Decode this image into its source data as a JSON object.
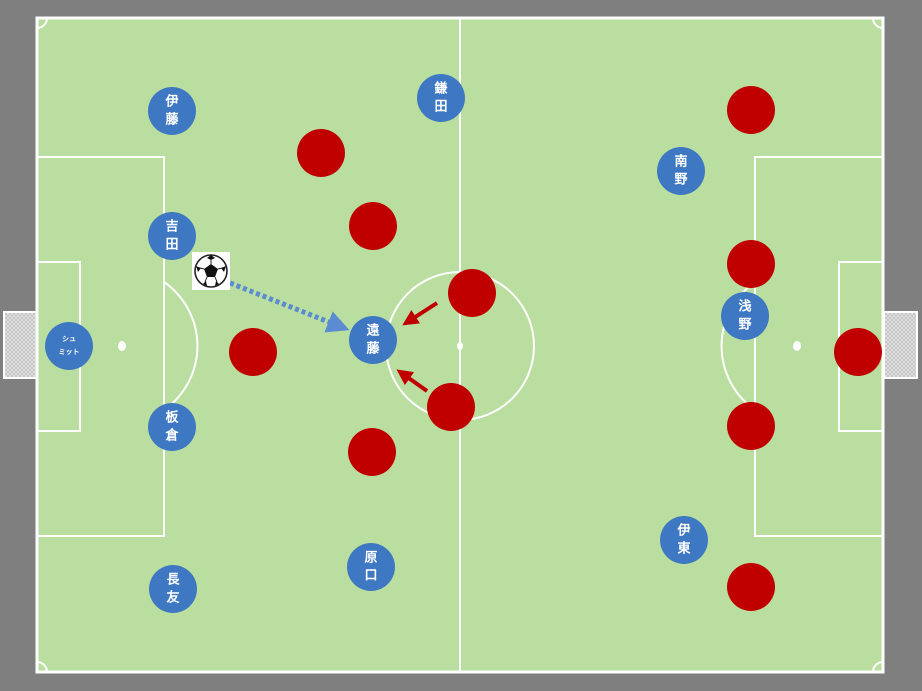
{
  "colors": {
    "background": "#7f7f7f",
    "pitch": "#b9dea0",
    "lines": "#ffffff",
    "team_blue": "#3f78c2",
    "team_red": "#c00000",
    "pass_arrow": "#5b8bd0",
    "pressure_arrow": "#c00000"
  },
  "blue_players": [
    {
      "id": "ito-left",
      "line1": "伊",
      "line2": "藤"
    },
    {
      "id": "kamada",
      "line1": "鎌",
      "line2": "田"
    },
    {
      "id": "minamino",
      "line1": "南",
      "line2": "野"
    },
    {
      "id": "yoshida",
      "line1": "吉",
      "line2": "田"
    },
    {
      "id": "endo",
      "line1": "遠",
      "line2": "藤"
    },
    {
      "id": "asano",
      "line1": "浅",
      "line2": "野"
    },
    {
      "id": "schmidt",
      "line1": "シュ",
      "line2": "ミット"
    },
    {
      "id": "itakura",
      "line1": "板",
      "line2": "倉"
    },
    {
      "id": "ito-right",
      "line1": "伊",
      "line2": "東"
    },
    {
      "id": "haraguchi",
      "line1": "原",
      "line2": "口"
    },
    {
      "id": "nagatomo",
      "line1": "長",
      "line2": "友"
    }
  ],
  "red_players_count": 11,
  "ball_icon": "soccer-ball-icon"
}
